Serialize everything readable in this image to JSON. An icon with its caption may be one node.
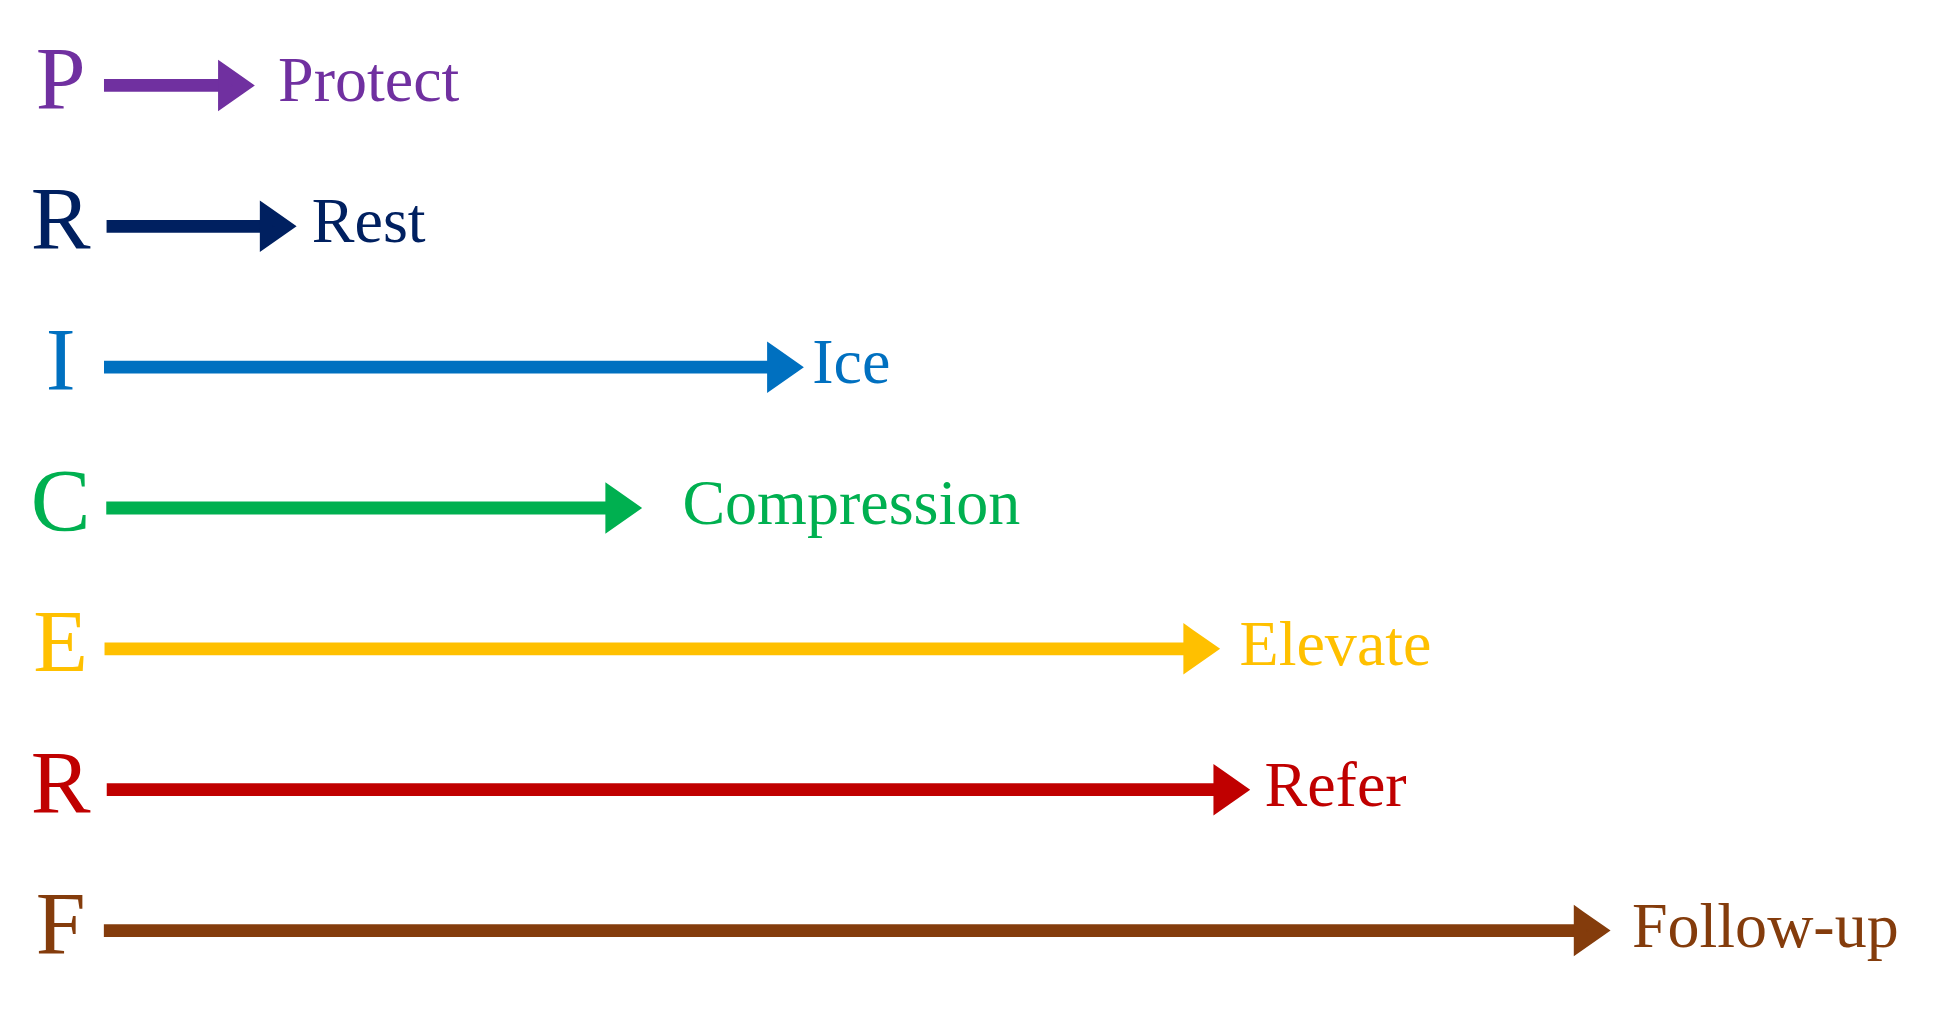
{
  "diagram": {
    "nodes": [
      {
        "text": [
          "P"
        ]
      },
      {
        "text": [
          "Protect"
        ]
      },
      {
        "text": [
          "R"
        ]
      },
      {
        "text": [
          "Rest"
        ]
      },
      {
        "text": [
          "I"
        ]
      },
      {
        "text": [
          "Ice"
        ]
      },
      {
        "text": [
          "C"
        ]
      },
      {
        "text": [
          "Compression"
        ]
      },
      {
        "text": [
          "E"
        ]
      },
      {
        "text": [
          "Elevate"
        ]
      },
      {
        "text": [
          "R"
        ]
      },
      {
        "text": [
          "Refer"
        ]
      },
      {
        "text": [
          "F"
        ]
      },
      {
        "text": [
          "Follow-up"
        ]
      }
    ],
    "edges": [
      {
        "from": 0,
        "to": 1,
        "arrow": "to",
        "color": "#7030a0"
      },
      {
        "from": 2,
        "to": 3,
        "arrow": "to",
        "color": "#002060"
      },
      {
        "from": 4,
        "to": 5,
        "arrow": "to",
        "color": "#0070c0"
      },
      {
        "from": 6,
        "to": 7,
        "arrow": "to",
        "color": "#00b050"
      },
      {
        "from": 8,
        "to": 9,
        "arrow": "to",
        "color": "#ffc000"
      },
      {
        "from": 10,
        "to": 11,
        "arrow": "to",
        "color": "#c00000"
      },
      {
        "from": 12,
        "to": 13,
        "arrow": "to",
        "color": "#843c0c"
      }
    ]
  }
}
